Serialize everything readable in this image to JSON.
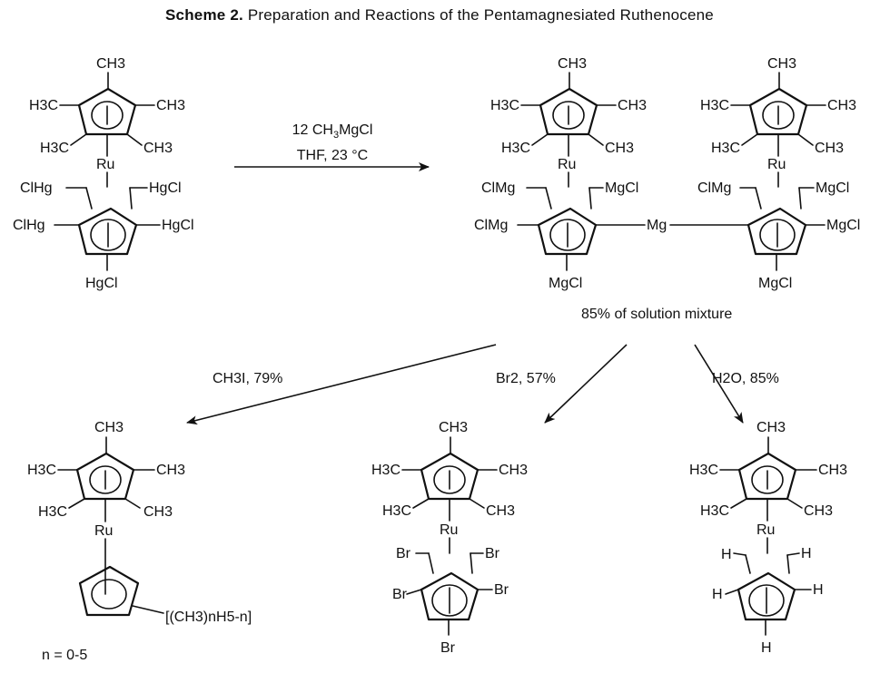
{
  "title": "Scheme 2.",
  "subtitle": "Preparation and Reactions of the Pentamagnesiated Ruthenocene",
  "reagents": {
    "main_line1": "12 CH",
    "main_line1_sub": "3",
    "main_line1_tail": "MgCl",
    "main_line2": "THF, 23 °C",
    "left": "CH3I, 79%",
    "mid": "Br2, 57%",
    "right": "H2O, 85%"
  },
  "note_mixture": "85% of solution mixture",
  "atoms": {
    "ch3": "CH3",
    "h3c": "H3C",
    "ru": "Ru",
    "mg": "Mg",
    "hgcl": "HgCl",
    "clhg": "ClHg",
    "mgcl": "MgCl",
    "clmg": "ClMg",
    "br": "Br",
    "h": "H"
  },
  "subst_label": "[(CH3)nH5-n]",
  "n_range": "n = 0-5",
  "colors": {
    "ink": "#111111",
    "paper": "#ffffff"
  }
}
